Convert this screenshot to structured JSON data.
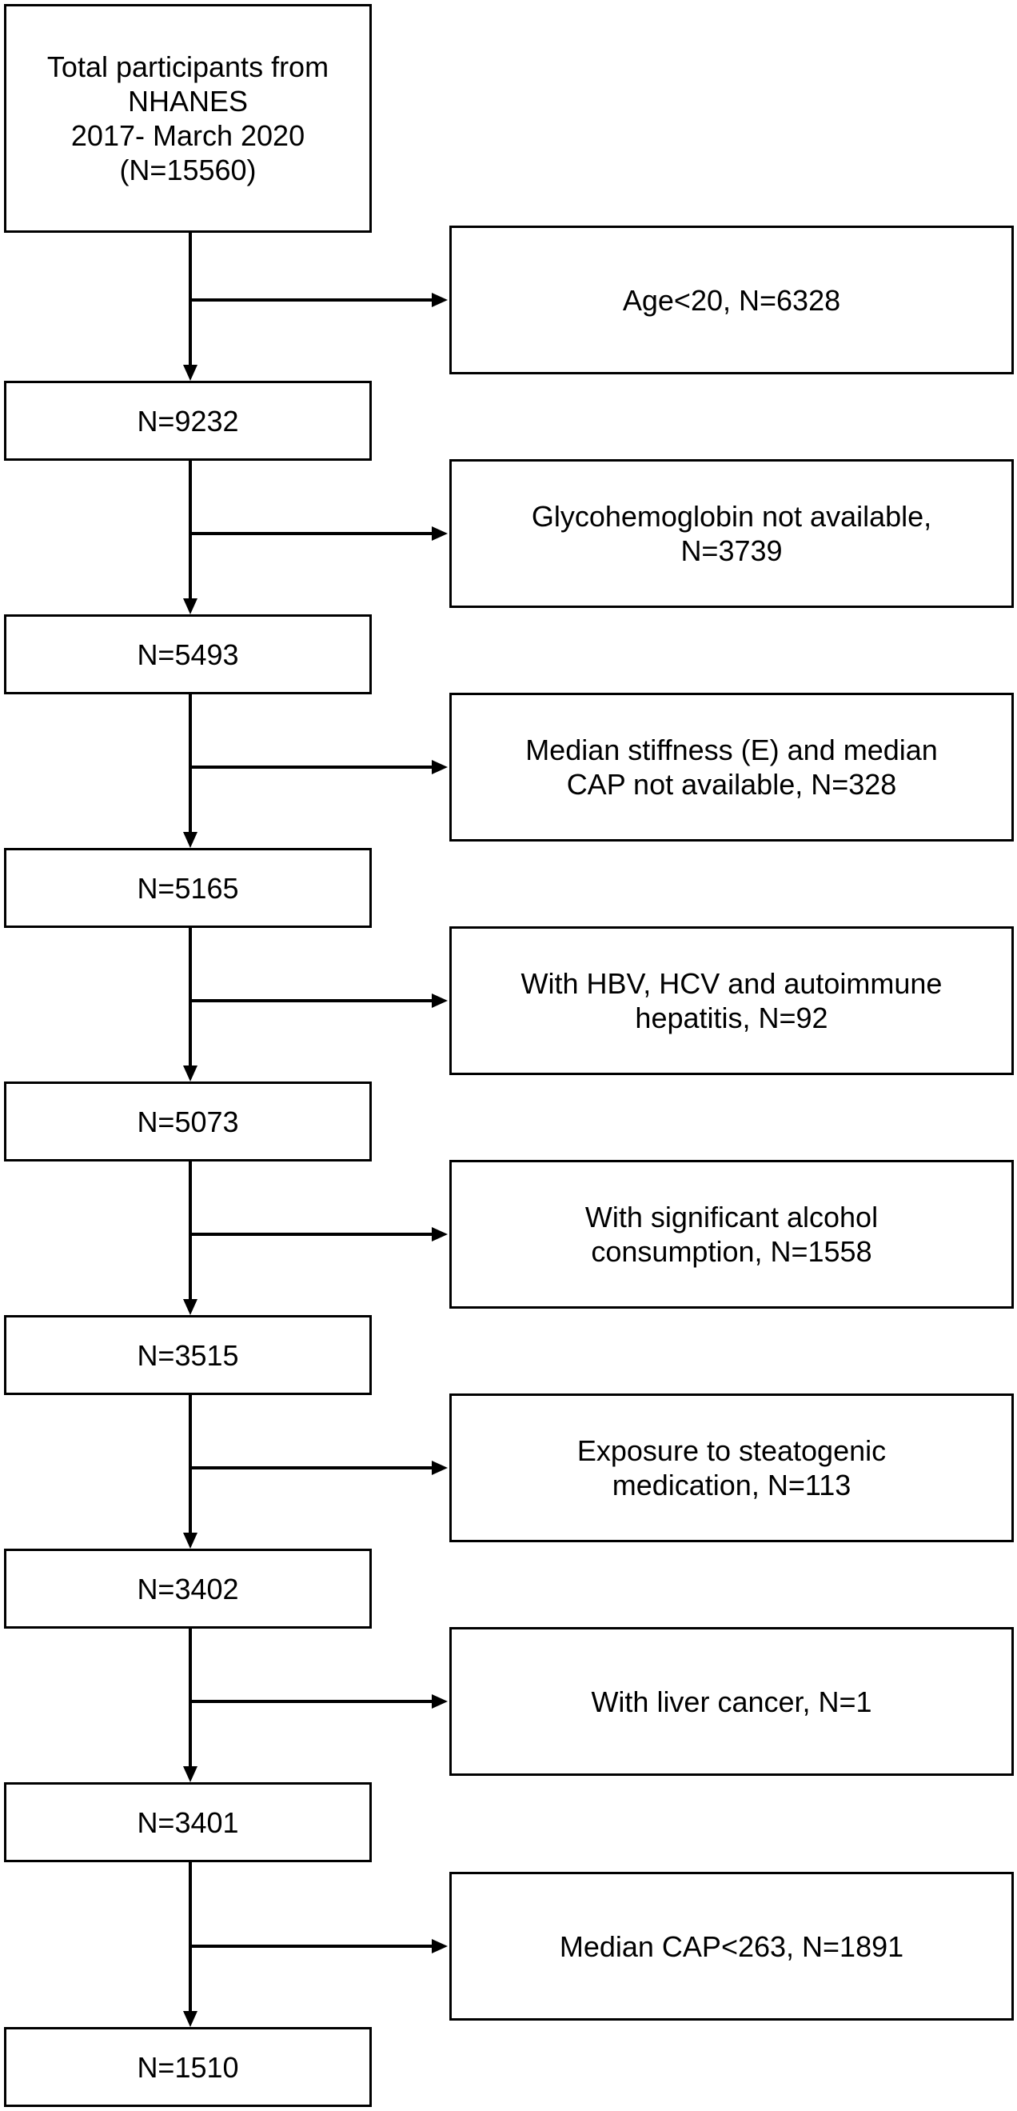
{
  "start": {
    "lines": [
      "Total participants from",
      "NHANES",
      "2017- March 2020",
      "(N=15560)"
    ]
  },
  "steps": [
    {
      "remaining": "N=9232",
      "excluded": [
        "Age<20, N=6328"
      ]
    },
    {
      "remaining": "N=5493",
      "excluded": [
        "Glycohemoglobin not available,",
        "N=3739"
      ]
    },
    {
      "remaining": "N=5165",
      "excluded": [
        "Median stiffness (E) and median",
        "CAP not available, N=328"
      ]
    },
    {
      "remaining": "N=5073",
      "excluded": [
        "With HBV, HCV and autoimmune",
        "hepatitis, N=92"
      ]
    },
    {
      "remaining": "N=3515",
      "excluded": [
        "With significant alcohol",
        "consumption, N=1558"
      ]
    },
    {
      "remaining": "N=3402",
      "excluded": [
        "Exposure to steatogenic",
        "medication, N=113"
      ]
    },
    {
      "remaining": "N=3401",
      "excluded": [
        "With liver cancer, N=1"
      ]
    },
    {
      "remaining": "N=1510",
      "excluded": [
        "Median CAP<263, N=1891"
      ]
    }
  ],
  "colors": {
    "line": "#000000",
    "box_fill": "#ffffff",
    "text": "#000000"
  }
}
